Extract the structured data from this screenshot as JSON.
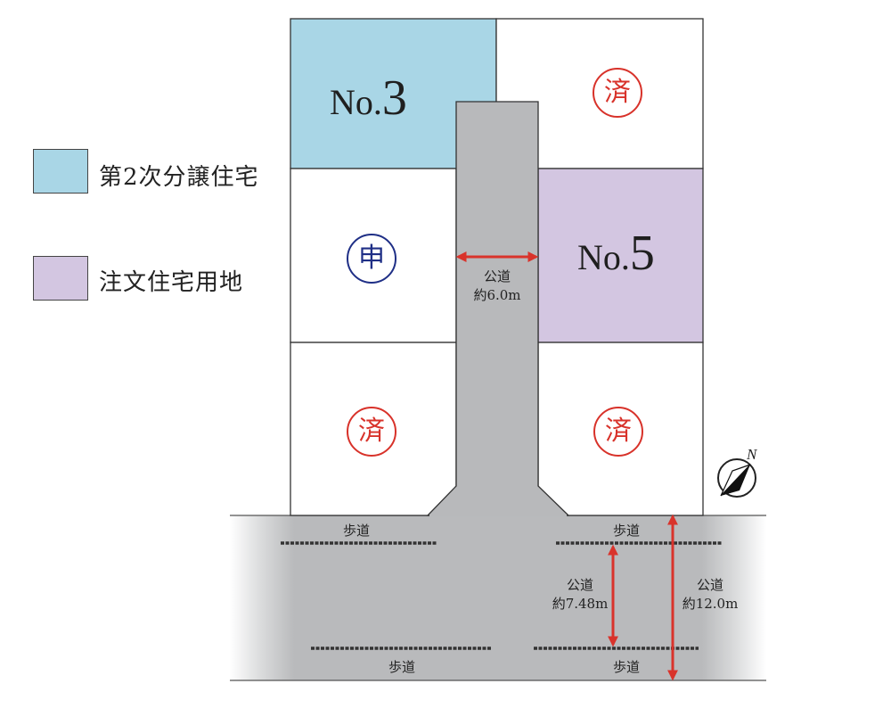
{
  "legend": [
    {
      "label": "第2次分譲住宅",
      "color": "#a9d6e6"
    },
    {
      "label": "注文住宅用地",
      "color": "#d3c6e1"
    }
  ],
  "lots": {
    "no3": {
      "prefix": "No.",
      "number": "3",
      "color": "#a9d6e6"
    },
    "no5": {
      "prefix": "No.",
      "number": "5",
      "color": "#d3c6e1"
    }
  },
  "stamps": {
    "sold": "済",
    "applied": "申"
  },
  "private_road": {
    "name": "公道",
    "width": "約6.0m"
  },
  "public_road": {
    "inner": {
      "name": "公道",
      "width": "約7.48m"
    },
    "outer": {
      "name": "公道",
      "width": "約12.0m"
    },
    "sidewalk_label": "歩道"
  },
  "compass": {
    "label": "N"
  },
  "colors": {
    "road": "#b8b9bb",
    "arrow": "#d9332b",
    "sold_stamp": "#d8322a",
    "applied_stamp": "#1f2f86"
  }
}
